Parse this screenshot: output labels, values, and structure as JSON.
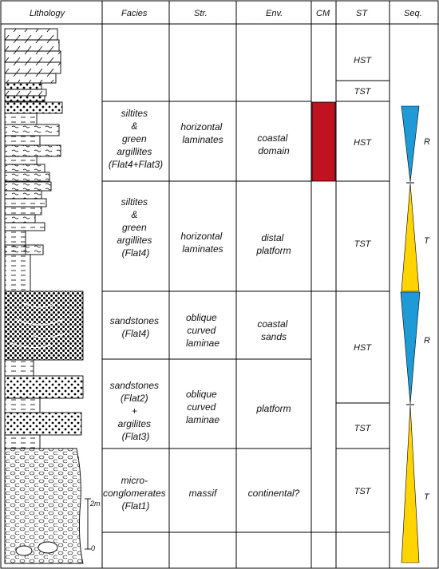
{
  "headers": {
    "lithology": "Lithology",
    "facies": "Facies",
    "structure": "Str.",
    "environment": "Env.",
    "cm": "CM",
    "st": "ST",
    "seq": "Seq."
  },
  "units": [
    {
      "facies": [
        "siltites",
        "&",
        "green",
        "argillites",
        "(Flat4+Flat3)"
      ],
      "structure": [
        "horizontal",
        "laminates"
      ],
      "environment": [
        "coastal",
        "domain"
      ]
    },
    {
      "facies": [
        "siltites",
        "&",
        "green",
        "argillites",
        "(Flat4)"
      ],
      "structure": [
        "horizontal",
        "laminates"
      ],
      "environment": [
        "distal",
        "platform"
      ]
    },
    {
      "facies": [
        "sandstones",
        "(Flat4)"
      ],
      "structure": [
        "oblique",
        "curved",
        "laminae"
      ],
      "environment": [
        "coastal",
        "sands"
      ]
    },
    {
      "facies": [
        "sandstones",
        "(Flat2)",
        "+",
        "argilites",
        "(Flat3)"
      ],
      "structure": [
        "oblique",
        "curved",
        "laminae"
      ],
      "environment": [
        "platform"
      ]
    },
    {
      "facies": [
        "micro-",
        "conglomerates",
        "(Flat1)"
      ],
      "structure": [
        "massif"
      ],
      "environment": [
        "continental?"
      ]
    }
  ],
  "systems_tracts": [
    "HST",
    "TST",
    "HST",
    "TST",
    "HST",
    "TST",
    "TST"
  ],
  "sequences": [
    "R",
    "T",
    "R",
    "T"
  ],
  "scale": {
    "label_top": "2m",
    "label_bottom": "0"
  },
  "colors": {
    "regressive": "#1e9ad6",
    "transgressive": "#ffd400",
    "cm_marker": "#c1121f",
    "line": "#000000"
  }
}
